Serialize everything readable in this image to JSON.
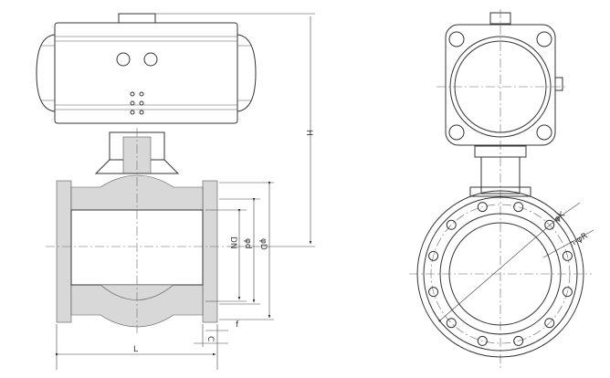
{
  "drawing": {
    "title": "Pneumatic flanged ball valve dimension drawing",
    "labels": {
      "height": "H",
      "nominal_diameter": "DN",
      "inner_diameter": "φd",
      "flange_diameter": "φD",
      "raised_face": "f",
      "flange_thickness": "C",
      "length": "L",
      "bolt_circle": "φK",
      "bolt_holes": "n-φR"
    }
  }
}
